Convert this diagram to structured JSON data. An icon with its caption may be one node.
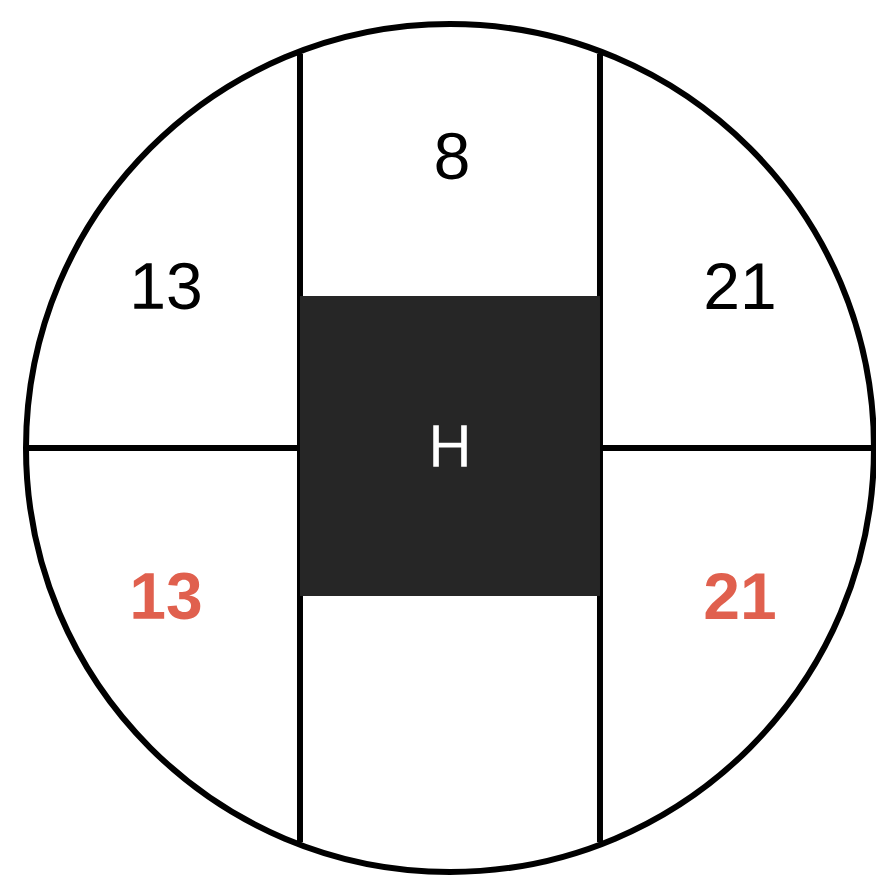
{
  "diagram": {
    "nodes": [
      {
        "text": [
          "H"
        ]
      }
    ],
    "labels": [
      "8",
      "13",
      "21",
      "13",
      "21"
    ]
  }
}
